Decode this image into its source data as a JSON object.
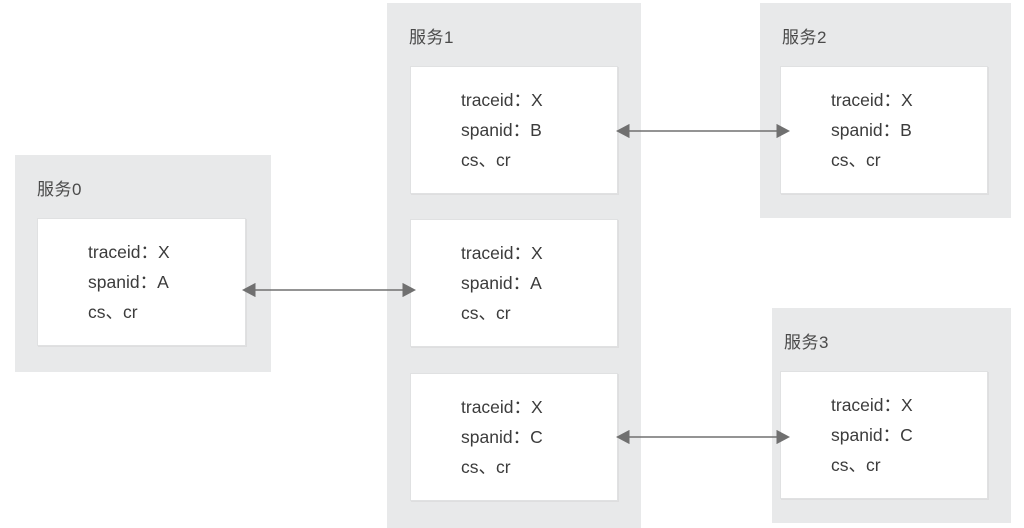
{
  "diagram": {
    "title": "distributed-trace-span-propagation",
    "background_color": "#ffffff",
    "group_color": "#e8e9ea",
    "box_color": "#ffffff",
    "connector_color": "#707070",
    "text_color": "#3c3c3c"
  },
  "services": [
    {
      "id": "service0",
      "label": "服务0",
      "spans": [
        {
          "traceid": "traceid：X",
          "spanid": "spanid：A",
          "annotations": "cs、cr"
        }
      ]
    },
    {
      "id": "service1",
      "label": "服务1",
      "spans": [
        {
          "traceid": "traceid：X",
          "spanid": "spanid：B",
          "annotations": "cs、cr"
        },
        {
          "traceid": "traceid：X",
          "spanid": "spanid：A",
          "annotations": "cs、cr"
        },
        {
          "traceid": "traceid：X",
          "spanid": "spanid：C",
          "annotations": "cs、cr"
        }
      ]
    },
    {
      "id": "service2",
      "label": "服务2",
      "spans": [
        {
          "traceid": "traceid：X",
          "spanid": "spanid：B",
          "annotations": "cs、cr"
        }
      ]
    },
    {
      "id": "service3",
      "label": "服务3",
      "spans": [
        {
          "traceid": "traceid：X",
          "spanid": "spanid：C",
          "annotations": "cs、cr"
        }
      ]
    }
  ],
  "connectors": [
    {
      "id": "conn-service0-service1",
      "from": "service0-span-a",
      "to": "service1-span-a",
      "style": "double-arrow"
    },
    {
      "id": "conn-service1-service2",
      "from": "service1-span-b",
      "to": "service2-span-b",
      "style": "double-arrow"
    },
    {
      "id": "conn-service1-service3",
      "from": "service1-span-c",
      "to": "service3-span-c",
      "style": "double-arrow"
    }
  ]
}
